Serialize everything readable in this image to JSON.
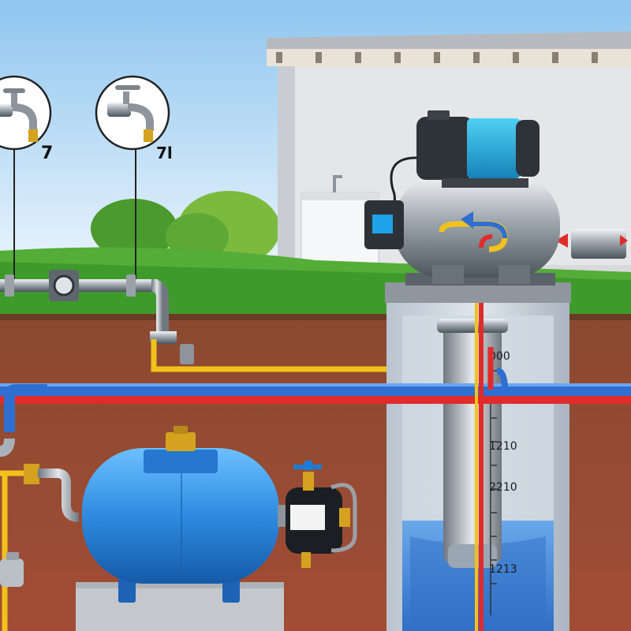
{
  "labels": {
    "faucet_left": "7",
    "faucet_right": "7l"
  },
  "well_scale": {
    "top": "000",
    "mark_1": "1210",
    "mark_2": "2210",
    "mark_3": "1213"
  },
  "colors": {
    "sky_top": "#a9d4f3",
    "grass": "#3f9a2c",
    "soil": "#9a4a34",
    "cold_pipe": "#2f6fd0",
    "hot_pipe": "#e12b2b",
    "yellow_line": "#f2c21c",
    "tank_blue": "#2d8be0",
    "water": "#3f86d6"
  },
  "icons": [
    "faucet-icon",
    "faucet-icon",
    "pressure-gauge-icon",
    "flow-arrow-icon"
  ]
}
